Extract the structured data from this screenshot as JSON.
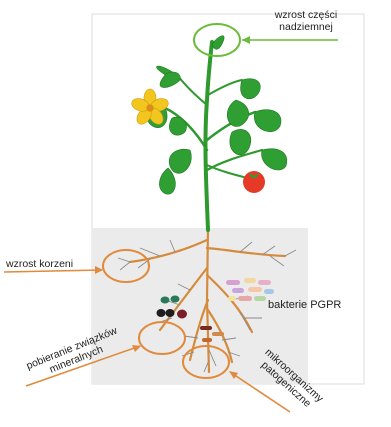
{
  "labels": {
    "shoot_growth": [
      "wzrost części",
      "nadziemnej"
    ],
    "root_growth": "wzrost korzeni",
    "pgpr": "bakterie PGPR",
    "mineral_uptake": [
      "pobieranie związków",
      "mineralnych"
    ],
    "pathogens": [
      "mikroorganizmy",
      "patogeniczne"
    ]
  },
  "colors": {
    "highlight_ring_shoot": "#6cbb3c",
    "highlight_ring_root": "#e08a3c",
    "stem": "#2f9a2f",
    "leaf": "#2e9b2e",
    "root": "#d98a3a",
    "fruit": "#e83a2a",
    "flower": "#f2c21e",
    "soil_box": "#ececec"
  }
}
